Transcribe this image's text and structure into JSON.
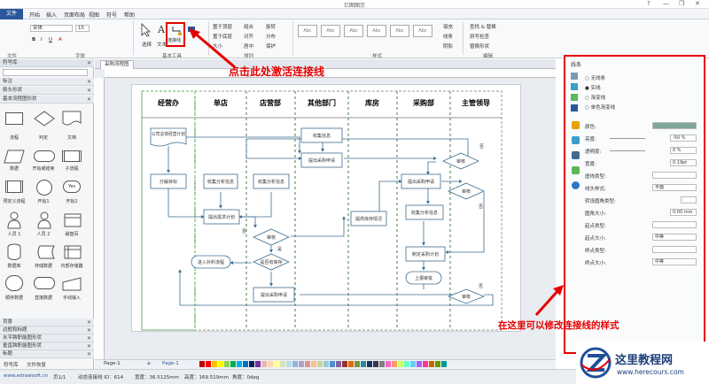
{
  "window": {
    "title": "亿图图示",
    "controls": [
      "?",
      "—",
      "❐",
      "✕"
    ]
  },
  "menu": {
    "file": "文件",
    "items": [
      "开始",
      "插入",
      "页面布局",
      "视图",
      "符号",
      "帮助"
    ]
  },
  "ribbon": {
    "font_name": "宋体",
    "font_size": "15",
    "tools": {
      "select": "选择",
      "text": "文本",
      "connector": "连接线"
    },
    "arrange": [
      "置于顶层",
      "组合",
      "旋转",
      "置于底层",
      "对齐",
      "分布",
      "大小",
      "居中",
      "保护"
    ],
    "edit": [
      "查找 & 替换",
      "拼写检查",
      "替换形状"
    ],
    "fill_options": [
      "填充",
      "线条",
      "阴影"
    ],
    "group_labels": [
      "文件",
      "字体",
      "基本工具",
      "排列",
      "样式",
      "编辑"
    ],
    "style_thumbs": [
      "Abc",
      "Abc",
      "Abc",
      "Abc",
      "Abc",
      "Abc",
      "Abc"
    ]
  },
  "left_panel": {
    "title": "符号库",
    "sections": [
      "标注",
      "箭头形状",
      "基本流程图形状"
    ],
    "shapes": [
      "流程",
      "判定",
      "文档",
      "数据",
      "开始或结束",
      "子流程",
      "预定义流程",
      "开始1",
      "开始2",
      "人员 1",
      "人员 2",
      "磁盘百",
      "数据库",
      "存储数据",
      "内部存储器",
      "顺序数据",
      "直接数据",
      "手动输入"
    ],
    "bottom_sections": [
      "背景",
      "边框和标题",
      "水平跨职能图形状",
      "垂直跨职能图形状",
      "标题"
    ],
    "bottom_tabs": [
      "符号库",
      "文件恢复"
    ]
  },
  "document_tab": "采购流程图",
  "diagram": {
    "lanes": [
      "经营办",
      "单店",
      "店营部",
      "其他部门",
      "库房",
      "采购部",
      "主管领导"
    ],
    "nodes": {
      "n1": "公司总体经营计划",
      "n2": "分解目标",
      "n3": "收集分析信息",
      "n4": "收集分析信息",
      "n5": "收集信息",
      "n6": "提出采购申请",
      "n7": "提出需求计划",
      "n8": "审核",
      "n9": "是否有库存",
      "n10": "进入补料流程",
      "n11": "提出采购申请",
      "n12": "提供库存情况",
      "n13": "提出采购申请",
      "n14": "收集分析信息",
      "n15": "制定采购计划",
      "n16": "上报审批",
      "n17": "审核",
      "n18": "审核",
      "n19": "审核"
    },
    "edge_labels": [
      "否",
      "否",
      "是",
      "否",
      "否"
    ]
  },
  "right_panel": {
    "title": "线条",
    "line_types": [
      "无线条",
      "实线",
      "渐变线",
      "单色渐变线"
    ],
    "props": [
      {
        "label": "颜色:",
        "value": ""
      },
      {
        "label": "亮度:",
        "value": "-50 %"
      },
      {
        "label": "透明度:",
        "value": "0 %"
      },
      {
        "label": "宽度:",
        "value": "0.19pt"
      },
      {
        "label": "虚线类型:",
        "value": ""
      },
      {
        "label": "线头样式:",
        "value": "平面"
      },
      {
        "label": "转设圆角类型:",
        "value": ""
      },
      {
        "label": "圆角大小:",
        "value": "0.00 mm"
      },
      {
        "label": "起点类型:",
        "value": ""
      },
      {
        "label": "起点大小:",
        "value": "中等"
      },
      {
        "label": "终点类型:",
        "value": ""
      },
      {
        "label": "终点大小:",
        "value": "中等"
      }
    ]
  },
  "page_tabs": [
    "Page-1",
    "Page-1"
  ],
  "status": {
    "url": "www.edrawsoft.cn",
    "page": "页1/1",
    "shape_id": "动态连接线 ID：614",
    "width": "宽度：36.5125mm",
    "height": "高度：169.519mm",
    "angle": "角度：0deg"
  },
  "annotations": {
    "top": "点击此处激活连接线",
    "bottom": "在这里可以修改连接线的样式"
  },
  "watermark": {
    "title": "这里教程网",
    "url": "www.herecours.com"
  },
  "colors": {
    "file_blue": "#2b579a",
    "annotation_red": "#e60000",
    "lane_border": "#4a7d4a",
    "box_border": "#3c6d8f"
  }
}
